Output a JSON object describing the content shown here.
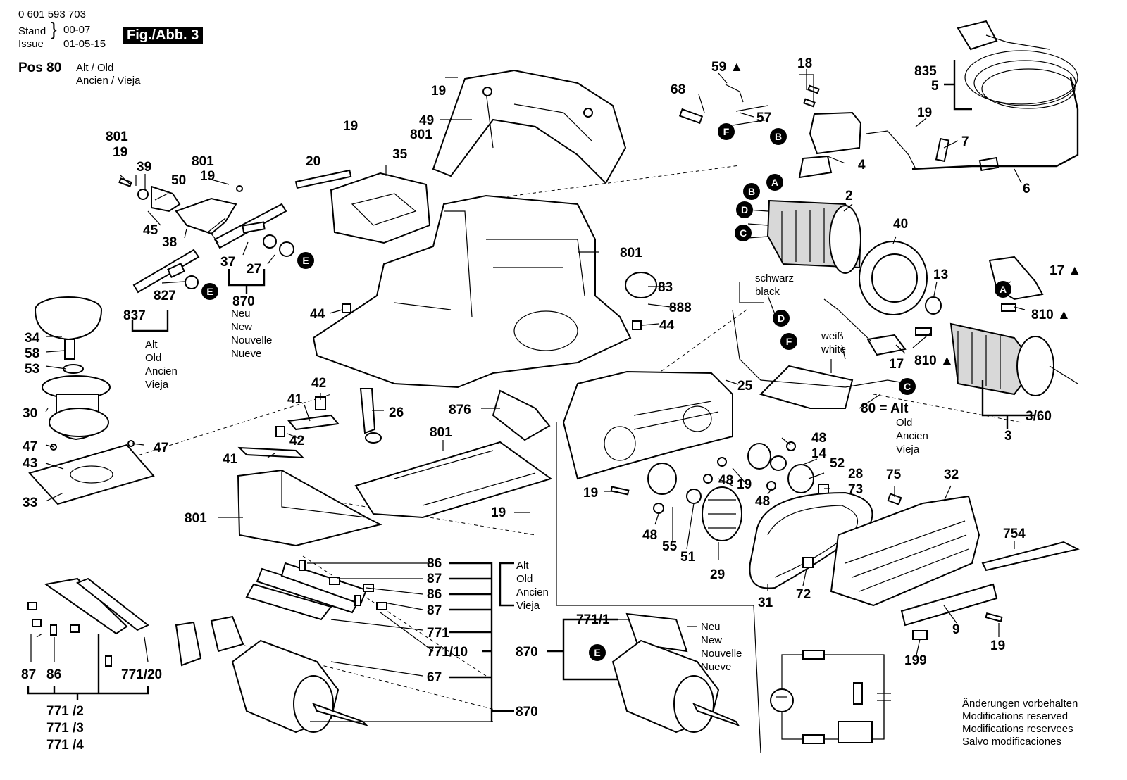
{
  "header": {
    "part_number": "0 601 593 703",
    "stand_label": "Stand",
    "issue_label": "Issue",
    "old_date": "00-07",
    "issue_date": "01-05-15",
    "figure": "Fig./Abb. 3"
  },
  "pos80": {
    "title": "Pos 80",
    "line1": "Alt / Old",
    "line2": "Ancien / Vieja"
  },
  "notes": {
    "alt": [
      "Alt",
      "Old",
      "Ancien",
      "Vieja"
    ],
    "neu": [
      "Neu",
      "New",
      "Nouvelle",
      "Nueve"
    ],
    "schwarz": [
      "schwarz",
      "black"
    ],
    "weiss": [
      "weiß",
      "white"
    ],
    "alt80": [
      "80 = Alt",
      "Old",
      "Ancien",
      "Vieja"
    ]
  },
  "labels": {
    "l801a": "801",
    "l19a": "19",
    "l39": "39",
    "l50": "50",
    "l801b": "801",
    "l19b": "19",
    "l45": "45",
    "l38": "38",
    "l37": "37",
    "l27": "27",
    "l870a": "870",
    "l837": "837",
    "l827": "827",
    "l34": "34",
    "l58": "58",
    "l53": "53",
    "l30": "30",
    "l47a": "47",
    "l47b": "47",
    "l43": "43",
    "l33": "33",
    "l19c": "19",
    "l49": "49",
    "l801c": "801",
    "l19d": "19",
    "l20": "20",
    "l35": "35",
    "l801d": "801",
    "l83": "83",
    "l888": "888",
    "l44a": "44",
    "l44b": "44",
    "l42a": "42",
    "l41a": "41",
    "l26": "26",
    "l42b": "42",
    "l41b": "41",
    "l876": "876",
    "l801e": "801",
    "l801f": "801",
    "l19e": "19",
    "l59": "59 ▲",
    "l68": "68",
    "l57": "57",
    "l18": "18",
    "l4": "4",
    "l835": "835",
    "l5": "5",
    "l19f": "19",
    "l7": "7",
    "l6": "6",
    "l2": "2",
    "l40": "40",
    "l13": "13",
    "l17a": "17 ▲",
    "l810a": "810 ▲",
    "l810b": "810 ▲",
    "l17b": "17",
    "l3_60": "3/60",
    "l3": "3",
    "l25": "25",
    "l48a": "48",
    "l14": "14",
    "l52": "52",
    "l28": "28",
    "l48b": "48",
    "l19g": "19",
    "l73": "73",
    "l48c": "48",
    "l19h": "19",
    "l48d": "48",
    "l55": "55",
    "l51": "51",
    "l29": "29",
    "l31": "31",
    "l72": "72",
    "l75": "75",
    "l32": "32",
    "l754": "754",
    "l9": "9",
    "l19i": "19",
    "l199": "199",
    "l86a": "86",
    "l87a": "87",
    "l86b": "86",
    "l87b": "87",
    "l771a": "771",
    "l771_10": "771/10",
    "l67": "67",
    "l870b": "870",
    "l771_1": "771/1",
    "l870c": "870",
    "l87c": "87",
    "l86c": "86",
    "l771_20": "771/20",
    "l771_2": "771 /2",
    "l771_3": "771 /3",
    "l771_4": "771 /4"
  },
  "circles": {
    "A": "A",
    "B": "B",
    "C": "C",
    "D": "D",
    "E": "E",
    "F": "F"
  },
  "footer": [
    "Änderungen vorbehalten",
    "Modifications reserved",
    "Modifications reservees",
    "Salvo modificaciones"
  ]
}
